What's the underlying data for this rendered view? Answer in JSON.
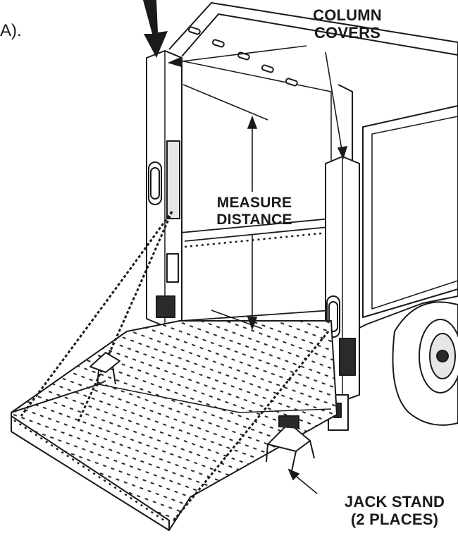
{
  "fragment_text": "A).",
  "labels": {
    "column_covers": [
      "COLUMN",
      "COVERS"
    ],
    "measure_distance": [
      "MEASURE",
      "DISTANCE"
    ],
    "jack_stand": [
      "JACK STAND",
      "(2 PLACES)"
    ]
  },
  "colors": {
    "line": "#1a1a1a",
    "fill_light": "#ffffff",
    "fill_mid": "#e6e6e6",
    "fill_dark": "#2a2a2a"
  }
}
